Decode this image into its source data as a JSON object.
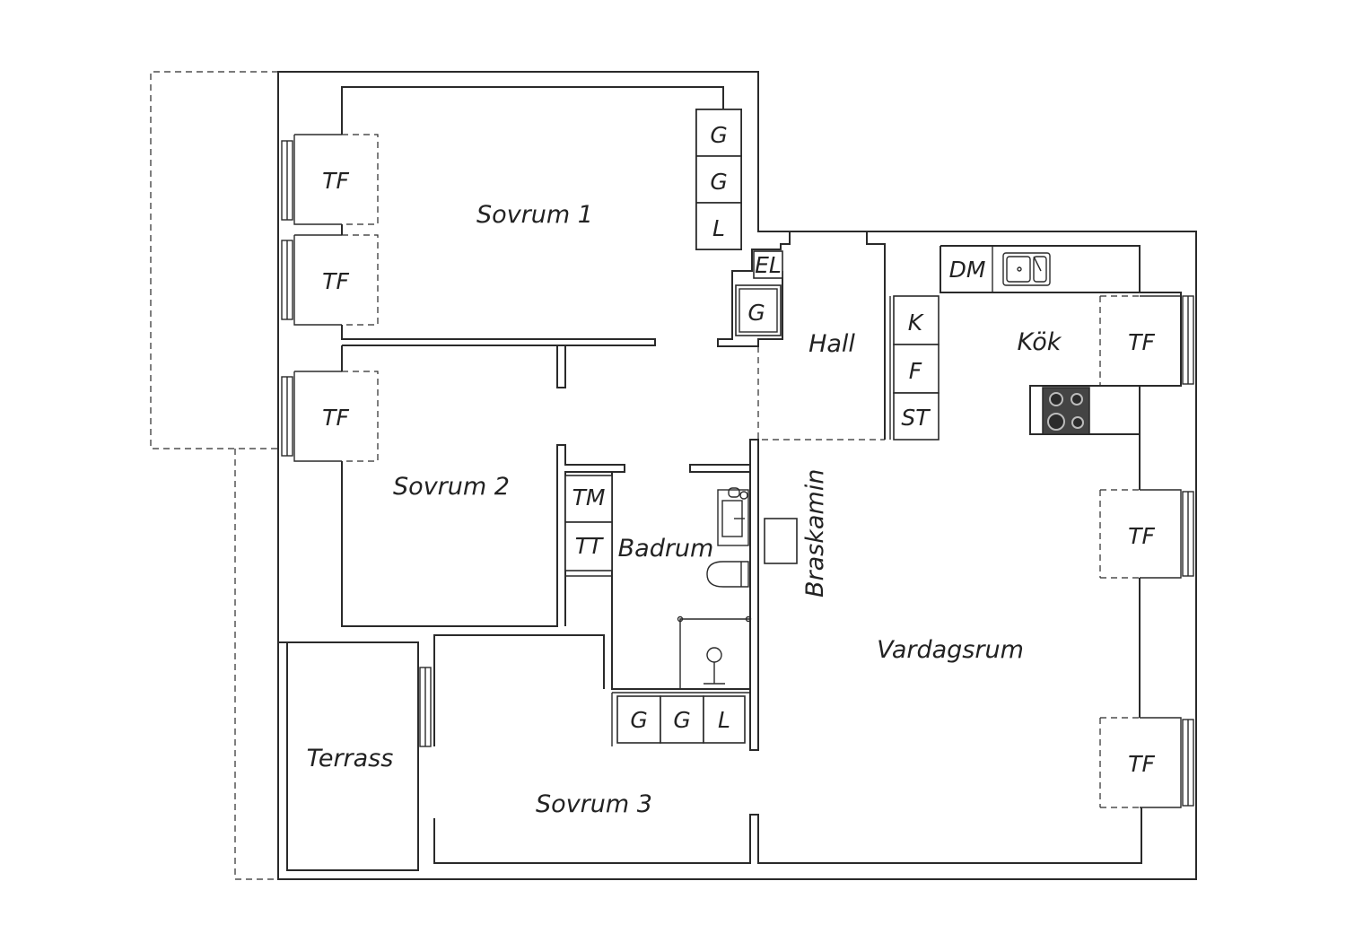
{
  "rooms": {
    "sovrum1": "Sovrum 1",
    "sovrum2": "Sovrum 2",
    "sovrum3": "Sovrum 3",
    "hall": "Hall",
    "kok": "Kök",
    "badrum": "Badrum",
    "vardagsrum": "Vardagsrum",
    "terrass": "Terrass",
    "braskamin": "Braskamin"
  },
  "labels": {
    "tf": "TF",
    "g": "G",
    "l": "L",
    "el": "EL",
    "dm": "DM",
    "k": "K",
    "f": "F",
    "st": "ST",
    "tm": "TM",
    "tt": "TT"
  }
}
